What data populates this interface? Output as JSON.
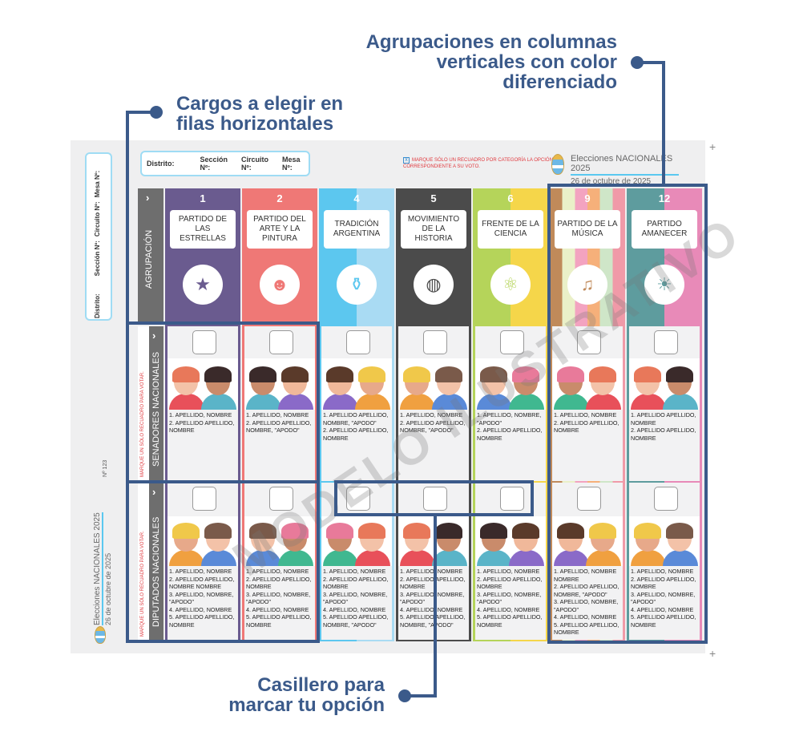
{
  "annotations": {
    "columns": "Agrupaciones en columnas verticales con color diferenciado",
    "rows": "Cargos a elegir en filas horizontales",
    "checkbox": "Casillero para marcar tu opción"
  },
  "ballot": {
    "header": {
      "distrito": "Distrito:",
      "seccion": "Sección Nº:",
      "circuito": "Circuito Nº:",
      "mesa": "Mesa Nº:"
    },
    "instruction": "MARQUE SÓLO UN RECUADRO POR CATEGORÍA LA OPCIÓN CORRESPONDIENTE A SU VOTO.",
    "election_title": "Elecciones NACIONALES 2025",
    "election_date": "26 de octubre de 2025",
    "ballot_number": "Nº 123",
    "watermark": "MODELO ILUSTRATIVO",
    "row_labels": {
      "agrupacion": "AGRUPACIÓN",
      "senadores": "SENADORES NACIONALES",
      "diputados": "DIPUTADOS NACIONALES"
    },
    "row_instruction": "MARQUE UN SÓLO RECUADRO PARA VOTAR.",
    "parties": [
      {
        "number": "1",
        "name": "PARTIDO DE LAS ESTRELLAS",
        "colors": [
          "#6a5b8f"
        ],
        "logo": "star-icon",
        "senadores": [
          "1. APELLIDO, NOMBRE",
          "2. APELLIDO APELLIDO, NOMBRE"
        ],
        "diputados": [
          "1. APELLIDO, NOMBRE",
          "2. APELLIDO APELLIDO, NOMBRE NOMBRE",
          "3. APELLIDO, NOMBRE, \"APODO\"",
          "4. APELLIDO, NOMBRE",
          "5. APELLIDO APELLIDO, NOMBRE"
        ]
      },
      {
        "number": "2",
        "name": "PARTIDO DEL ARTE Y LA PINTURA",
        "colors": [
          "#ef7876"
        ],
        "logo": "art-face-icon",
        "senadores": [
          "1. APELLIDO, NOMBRE",
          "2. APELLIDO APELLIDO, NOMBRE, \"APODO\""
        ],
        "diputados": [
          "1. APELLIDO, NOMBRE",
          "2. APELLIDO APELLIDO, NOMBRE",
          "3. APELLIDO, NOMBRE, \"APODO\"",
          "4. APELLIDO, NOMBRE",
          "5. APELLIDO APELLIDO, NOMBRE"
        ]
      },
      {
        "number": "4",
        "name": "TRADICIÓN ARGENTINA",
        "colors": [
          "#5cc7ef",
          "#a9dbf3"
        ],
        "logo": "mate-icon",
        "senadores": [
          "1. APELLIDO APELLIDO, NOMBRE, \"APODO\"",
          "2. APELLIDO APELLIDO, NOMBRE"
        ],
        "diputados": [
          "1. APELLIDO, NOMBRE",
          "2. APELLIDO APELLIDO, NOMBRE",
          "3. APELLIDO, NOMBRE, \"APODO\"",
          "4. APELLIDO, NOMBRE",
          "5. APELLIDO APELLIDO, NOMBRE, \"APODO\""
        ]
      },
      {
        "number": "5",
        "name": "MOVIMIENTO DE LA HISTORIA",
        "colors": [
          "#4b4b4b"
        ],
        "logo": "globe-icon",
        "senadores": [
          "1. APELLIDO, NOMBRE",
          "2. APELLIDO APELLIDO, NOMBRE, \"APODO\""
        ],
        "diputados": [
          "1. APELLIDO, NOMBRE",
          "2. APELLIDO APELLIDO, NOMBRE",
          "3. APELLIDO, NOMBRE, \"APODO\"",
          "4. APELLIDO, NOMBRE",
          "5. APELLIDO APELLIDO, NOMBRE, \"APODO\""
        ]
      },
      {
        "number": "6",
        "name": "FRENTE DE LA CIENCIA",
        "colors": [
          "#b5d45a",
          "#f5d64a"
        ],
        "logo": "atom-icon",
        "senadores": [
          "1. APELLIDO, NOMBRE, \"APODO\"",
          "2. APELLIDO APELLIDO, NOMBRE"
        ],
        "diputados": [
          "1. APELLIDO, NOMBRE",
          "2. APELLIDO APELLIDO, NOMBRE",
          "3. APELLIDO, NOMBRE, \"APODO\"",
          "4. APELLIDO, NOMBRE",
          "5. APELLIDO APELLIDO, NOMBRE"
        ]
      },
      {
        "number": "9",
        "name": "PARTIDO DE LA MÚSICA",
        "colors": [
          "#c08a5a",
          "#eaf0c8",
          "#f3a3c0",
          "#f6b07a",
          "#cfe6c8",
          "#f09aa8"
        ],
        "logo": "music-icon",
        "senadores": [
          "1. APELLIDO, NOMBRE",
          "2. APELLIDO APELLIDO, NOMBRE"
        ],
        "diputados": [
          "1. APELLIDO, NOMBRE NOMBRE",
          "2. APELLIDO APELLIDO, NOMBRE, \"APODO\"",
          "3. APELLIDO, NOMBRE, \"APODO\"",
          "4. APELLIDO, NOMBRE",
          "5. APELLIDO APELLIDO, NOMBRE"
        ]
      },
      {
        "number": "12",
        "name": "PARTIDO AMANECER",
        "colors": [
          "#5e9c9e",
          "#e88ab8"
        ],
        "logo": "sunrise-book-icon",
        "senadores": [
          "1. APELLIDO APELLIDO, NOMBRE",
          "2. APELLIDO APELLIDO, NOMBRE"
        ],
        "diputados": [
          "1. APELLIDO, NOMBRE",
          "2. APELLIDO APELLIDO, NOMBRE",
          "3. APELLIDO, NOMBRE, \"APODO\"",
          "4. APELLIDO, NOMBRE",
          "5. APELLIDO APELLIDO, NOMBRE"
        ]
      }
    ]
  }
}
